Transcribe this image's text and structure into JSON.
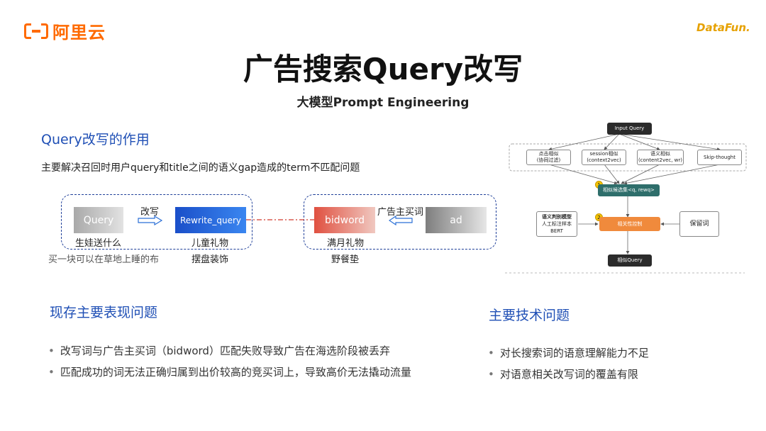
{
  "header": {
    "logo_left_text": "阿里云",
    "logo_right_text": "DataFun."
  },
  "title": "广告搜索Query改写",
  "subtitle": "大模型Prompt Engineering",
  "role_section": {
    "heading": "Query改写的作用",
    "description": "主要解决召回时用户query和title之间的语义gap造成的term不匹配问题"
  },
  "example_diagram": {
    "query_box": "Query",
    "rewrite_arrow_label": "改写",
    "rewrite_box": "Rewrite_query",
    "query_examples": [
      "生娃送什么",
      "买一块可以在草地上睡的布"
    ],
    "rewrite_examples": [
      "儿童礼物",
      "摆盘装饰"
    ],
    "bidword_box": "bidword",
    "ad_arrow_label": "广告主买词",
    "ad_box": "ad",
    "bidword_examples": [
      "满月礼物",
      "野餐垫"
    ]
  },
  "flowchart": {
    "input": "Input Query",
    "branches": [
      {
        "line1": "点击相似",
        "line2": "(协同过滤)"
      },
      {
        "line1": "session相似",
        "line2": "(context2vec)"
      },
      {
        "line1": "语义相似",
        "line2": "(content2vec, wr)"
      },
      {
        "line1": "Skip-thought",
        "line2": ""
      }
    ],
    "candidate_badge": "1",
    "candidate": "相似候选集<q, rewq>",
    "semantic_model": {
      "line1": "语义判别模型",
      "line2": "人工标注样本",
      "line3": "BERT"
    },
    "relevance_badge": "2",
    "relevance": "相关性控制",
    "reserved": "保留词",
    "output": "相似Query"
  },
  "problems_section": {
    "heading": "现存主要表现问题",
    "items": [
      "改写词与广告主买词（bidword）匹配失败导致广告在海选阶段被丢弃",
      "匹配成功的词无法正确归属到出价较高的竞买词上，导致高价无法撬动流量"
    ]
  },
  "tech_section": {
    "heading": "主要技术问题",
    "items": [
      "对长搜索词的语意理解能力不足",
      "对语意相关改写词的覆盖有限"
    ]
  },
  "colors": {
    "accent_blue": "#1f4fb5",
    "logo_orange": "#ff6a00",
    "rewrite_blue": "#1f5fd6",
    "bidword_red": "#e05040",
    "flow_teal": "#2e6e6b",
    "flow_orange": "#f08a3c"
  }
}
